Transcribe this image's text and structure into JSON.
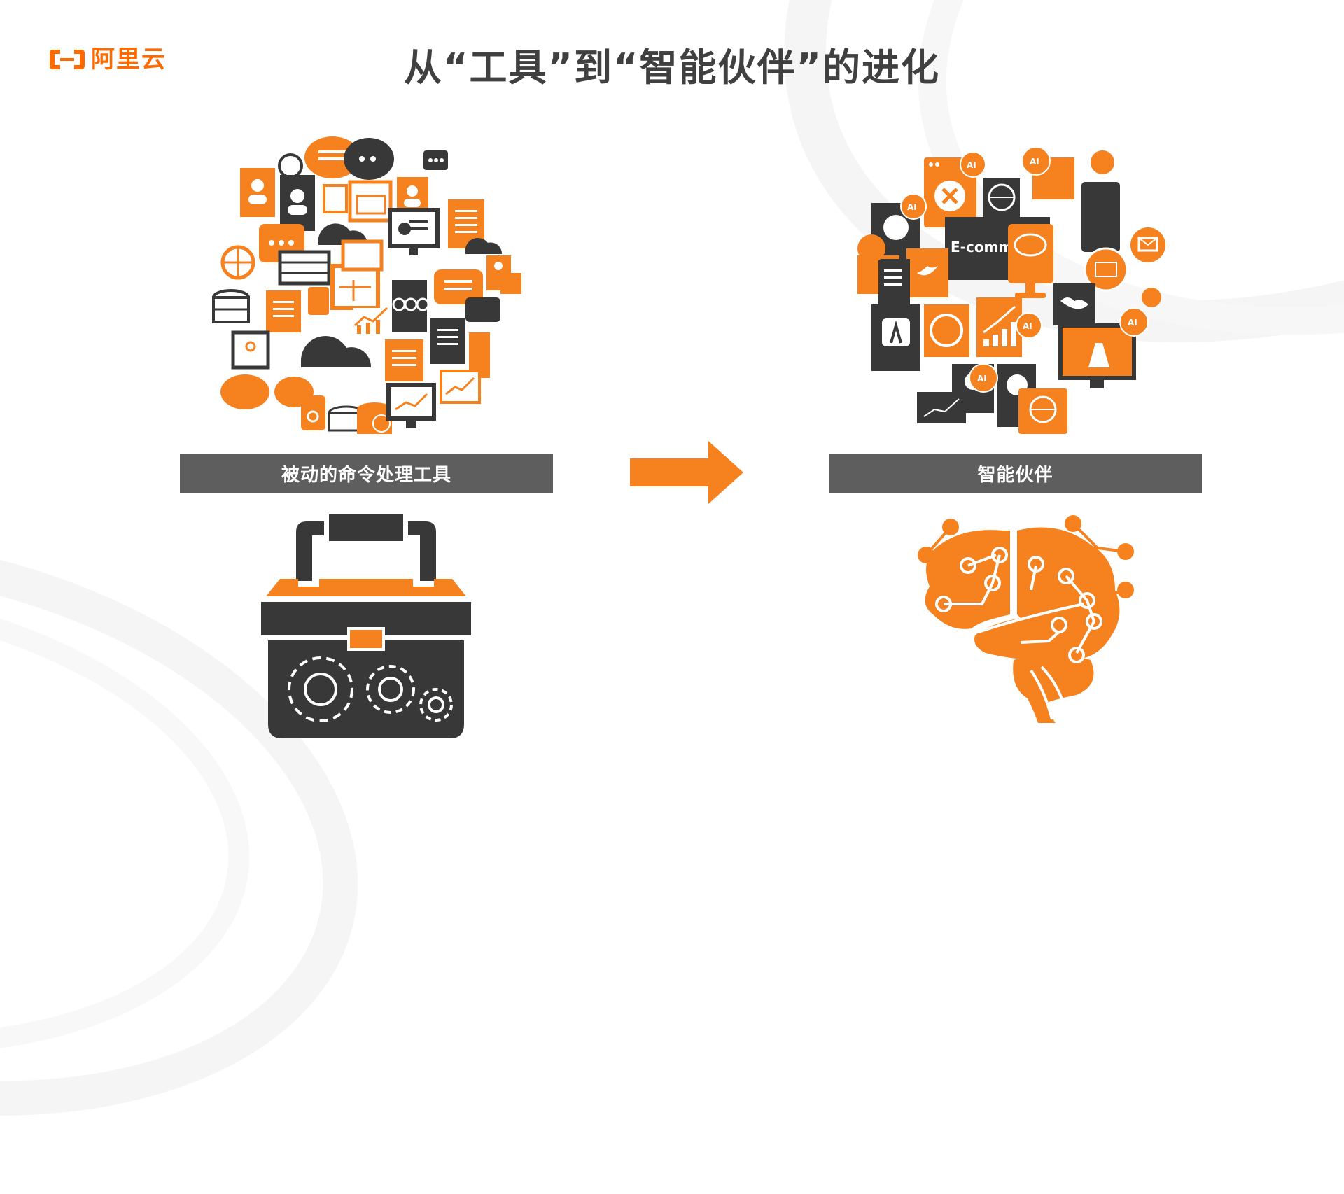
{
  "brand": {
    "logo_text": "阿里云",
    "accent_color": "#ff6a00"
  },
  "title": "从“工具”到“智能伙伴”的进化",
  "left_panel": {
    "label": "被动的命令处理工具",
    "cluster_description": "collage of orange and dark gray icons: documents, chat bubbles, calendars, clouds, databases, monitors with charts",
    "illustration": "toolbox-with-gears-icon"
  },
  "right_panel": {
    "label": "智能伙伴",
    "cluster_description": "collage of devices and AI badges",
    "cluster_texts": [
      "E-comm",
      "AI",
      "AI",
      "AI",
      "AI",
      "AI",
      "AI"
    ],
    "illustration": "circuit-brain-icon"
  },
  "transition_arrow": "right-arrow-icon",
  "colors": {
    "orange": "#f5821f",
    "dark": "#383838",
    "bar": "#5e5e5e",
    "title": "#404040"
  }
}
